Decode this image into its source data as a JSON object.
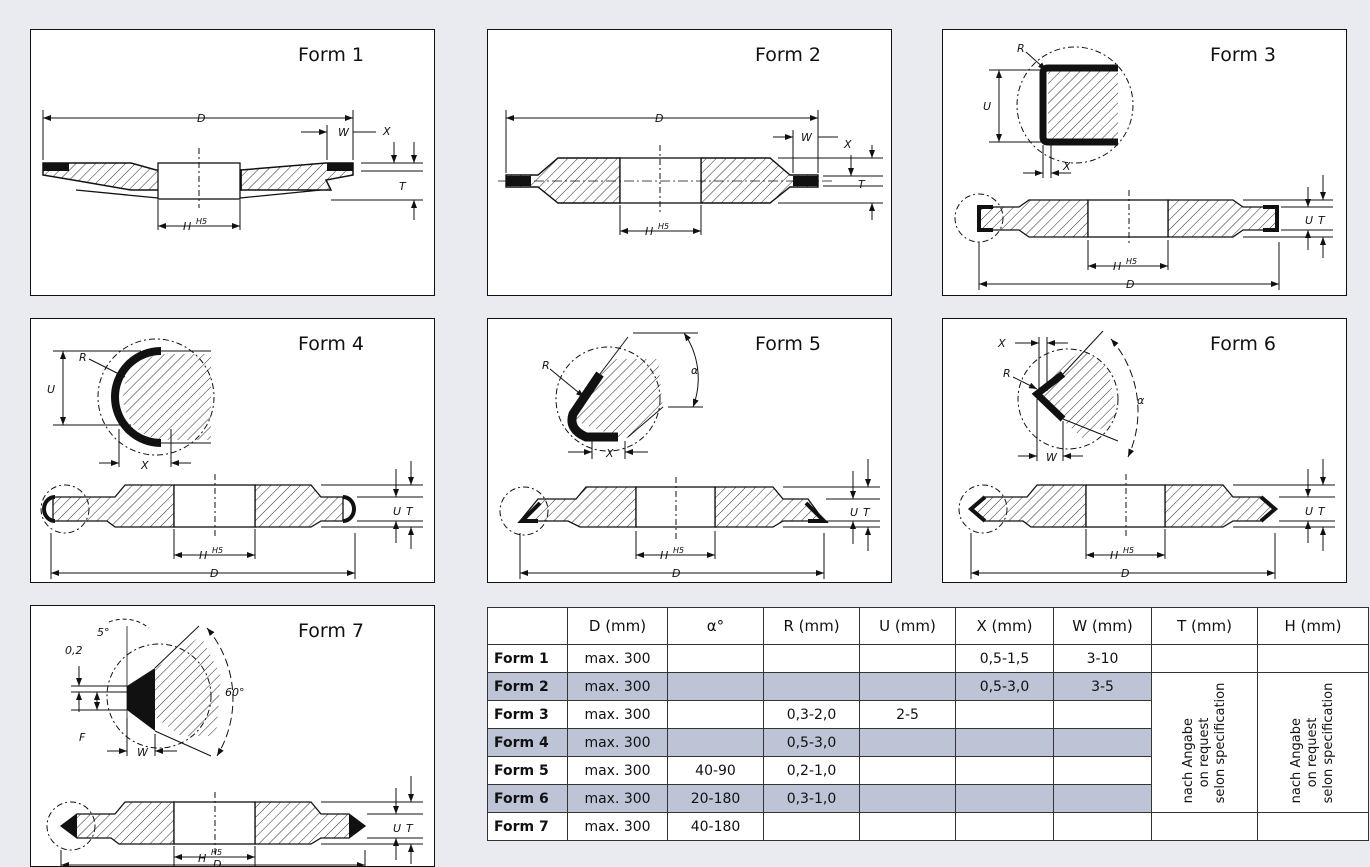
{
  "forms": [
    {
      "title": "Form 1",
      "labels": {
        "D": "D",
        "W": "W",
        "X": "X",
        "T": "T",
        "H": "H",
        "H5": "H5"
      }
    },
    {
      "title": "Form 2",
      "labels": {
        "D": "D",
        "W": "W",
        "X": "X",
        "T": "T",
        "H": "H",
        "H5": "H5"
      }
    },
    {
      "title": "Form 3",
      "labels": {
        "R": "R",
        "U": "U",
        "X": "X",
        "T": "T",
        "D": "D",
        "H": "H",
        "H5": "H5"
      }
    },
    {
      "title": "Form 4",
      "labels": {
        "R": "R",
        "U": "U",
        "X": "X",
        "T": "T",
        "D": "D",
        "H": "H",
        "H5": "H5"
      }
    },
    {
      "title": "Form 5",
      "labels": {
        "R": "R",
        "alpha": "α",
        "X": "X",
        "U": "U",
        "T": "T",
        "D": "D",
        "H": "H",
        "H5": "H5"
      }
    },
    {
      "title": "Form 6",
      "labels": {
        "R": "R",
        "alpha": "α",
        "X": "X",
        "W": "W",
        "U": "U",
        "T": "T",
        "D": "D",
        "H": "H",
        "H5": "H5"
      }
    },
    {
      "title": "Form 7",
      "labels": {
        "d02": "0,2",
        "a5": "5°",
        "a60": "60°",
        "F": "F",
        "W": "W",
        "U": "U",
        "T": "T",
        "D": "D",
        "H": "H",
        "H5": "H5"
      }
    }
  ],
  "table": {
    "headers": [
      "",
      "D (mm)",
      "α°",
      "R (mm)",
      "U (mm)",
      "X (mm)",
      "W (mm)",
      "T (mm)",
      "H (mm)"
    ],
    "rows": [
      {
        "form": "Form 1",
        "D": "max. 300",
        "alpha": "",
        "R": "",
        "U": "",
        "X": "0,5-1,5",
        "W": "3-10"
      },
      {
        "form": "Form 2",
        "D": "max. 300",
        "alpha": "",
        "R": "",
        "U": "",
        "X": "0,5-3,0",
        "W": "3-5"
      },
      {
        "form": "Form 3",
        "D": "max. 300",
        "alpha": "",
        "R": "0,3-2,0",
        "U": "2-5",
        "X": "",
        "W": ""
      },
      {
        "form": "Form 4",
        "D": "max. 300",
        "alpha": "",
        "R": "0,5-3,0",
        "U": "",
        "X": "",
        "W": ""
      },
      {
        "form": "Form 5",
        "D": "max. 300",
        "alpha": "40-90",
        "R": "0,2-1,0",
        "U": "",
        "X": "",
        "W": ""
      },
      {
        "form": "Form 6",
        "D": "max. 300",
        "alpha": "20-180",
        "R": "0,3-1,0",
        "U": "",
        "X": "",
        "W": ""
      },
      {
        "form": "Form 7",
        "D": "max. 300",
        "alpha": "40-180",
        "R": "",
        "U": "",
        "X": "",
        "W": ""
      }
    ],
    "spec_note": {
      "line1": "nach Angabe",
      "line2": "on request",
      "line3": "selon specification"
    }
  },
  "colors": {
    "shade": "#bcc4d6",
    "background": "#e9ebf0"
  }
}
